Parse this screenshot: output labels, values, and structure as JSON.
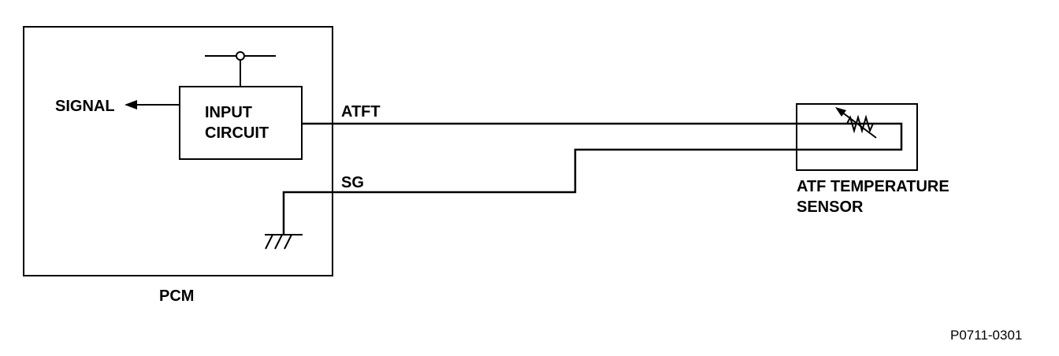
{
  "pcm": {
    "label": "PCM",
    "input_circuit": [
      "INPUT",
      "CIRCUIT"
    ],
    "signal_label": "SIGNAL"
  },
  "wires": {
    "atft": "ATFT",
    "sg": "SG"
  },
  "sensor": {
    "label": [
      "ATF TEMPERATURE",
      "SENSOR"
    ]
  },
  "figure_id": "P0711-0301"
}
